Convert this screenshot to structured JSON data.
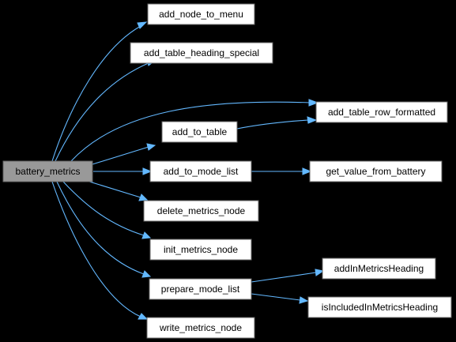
{
  "graph": {
    "nodes": [
      {
        "id": "battery_metrics",
        "label": "battery_metrics",
        "root": true
      },
      {
        "id": "add_node_to_menu",
        "label": "add_node_to_menu"
      },
      {
        "id": "add_table_heading_special",
        "label": "add_table_heading_special"
      },
      {
        "id": "add_table_row_formatted",
        "label": "add_table_row_formatted"
      },
      {
        "id": "add_to_table",
        "label": "add_to_table"
      },
      {
        "id": "add_to_mode_list",
        "label": "add_to_mode_list"
      },
      {
        "id": "get_value_from_battery",
        "label": "get_value_from_battery"
      },
      {
        "id": "delete_metrics_node",
        "label": "delete_metrics_node"
      },
      {
        "id": "init_metrics_node",
        "label": "init_metrics_node"
      },
      {
        "id": "prepare_mode_list",
        "label": "prepare_mode_list"
      },
      {
        "id": "addInMetricsHeading",
        "label": "addInMetricsHeading"
      },
      {
        "id": "isIncludedInMetricsHeading",
        "label": "isIncludedInMetricsHeading"
      },
      {
        "id": "write_metrics_node",
        "label": "write_metrics_node"
      }
    ],
    "edges": [
      {
        "from": "battery_metrics",
        "to": "add_node_to_menu"
      },
      {
        "from": "battery_metrics",
        "to": "add_table_heading_special"
      },
      {
        "from": "battery_metrics",
        "to": "add_table_row_formatted"
      },
      {
        "from": "battery_metrics",
        "to": "add_to_table"
      },
      {
        "from": "battery_metrics",
        "to": "add_to_mode_list"
      },
      {
        "from": "battery_metrics",
        "to": "delete_metrics_node"
      },
      {
        "from": "battery_metrics",
        "to": "init_metrics_node"
      },
      {
        "from": "battery_metrics",
        "to": "prepare_mode_list"
      },
      {
        "from": "battery_metrics",
        "to": "write_metrics_node"
      },
      {
        "from": "add_to_table",
        "to": "add_table_row_formatted"
      },
      {
        "from": "add_to_mode_list",
        "to": "get_value_from_battery"
      },
      {
        "from": "prepare_mode_list",
        "to": "addInMetricsHeading"
      },
      {
        "from": "prepare_mode_list",
        "to": "isIncludedInMetricsHeading"
      }
    ],
    "colors": {
      "background": "#000000",
      "edge": "#63b8ff",
      "root_fill": "#999999",
      "node_fill": "#ffffff",
      "node_border": "#666666"
    }
  }
}
